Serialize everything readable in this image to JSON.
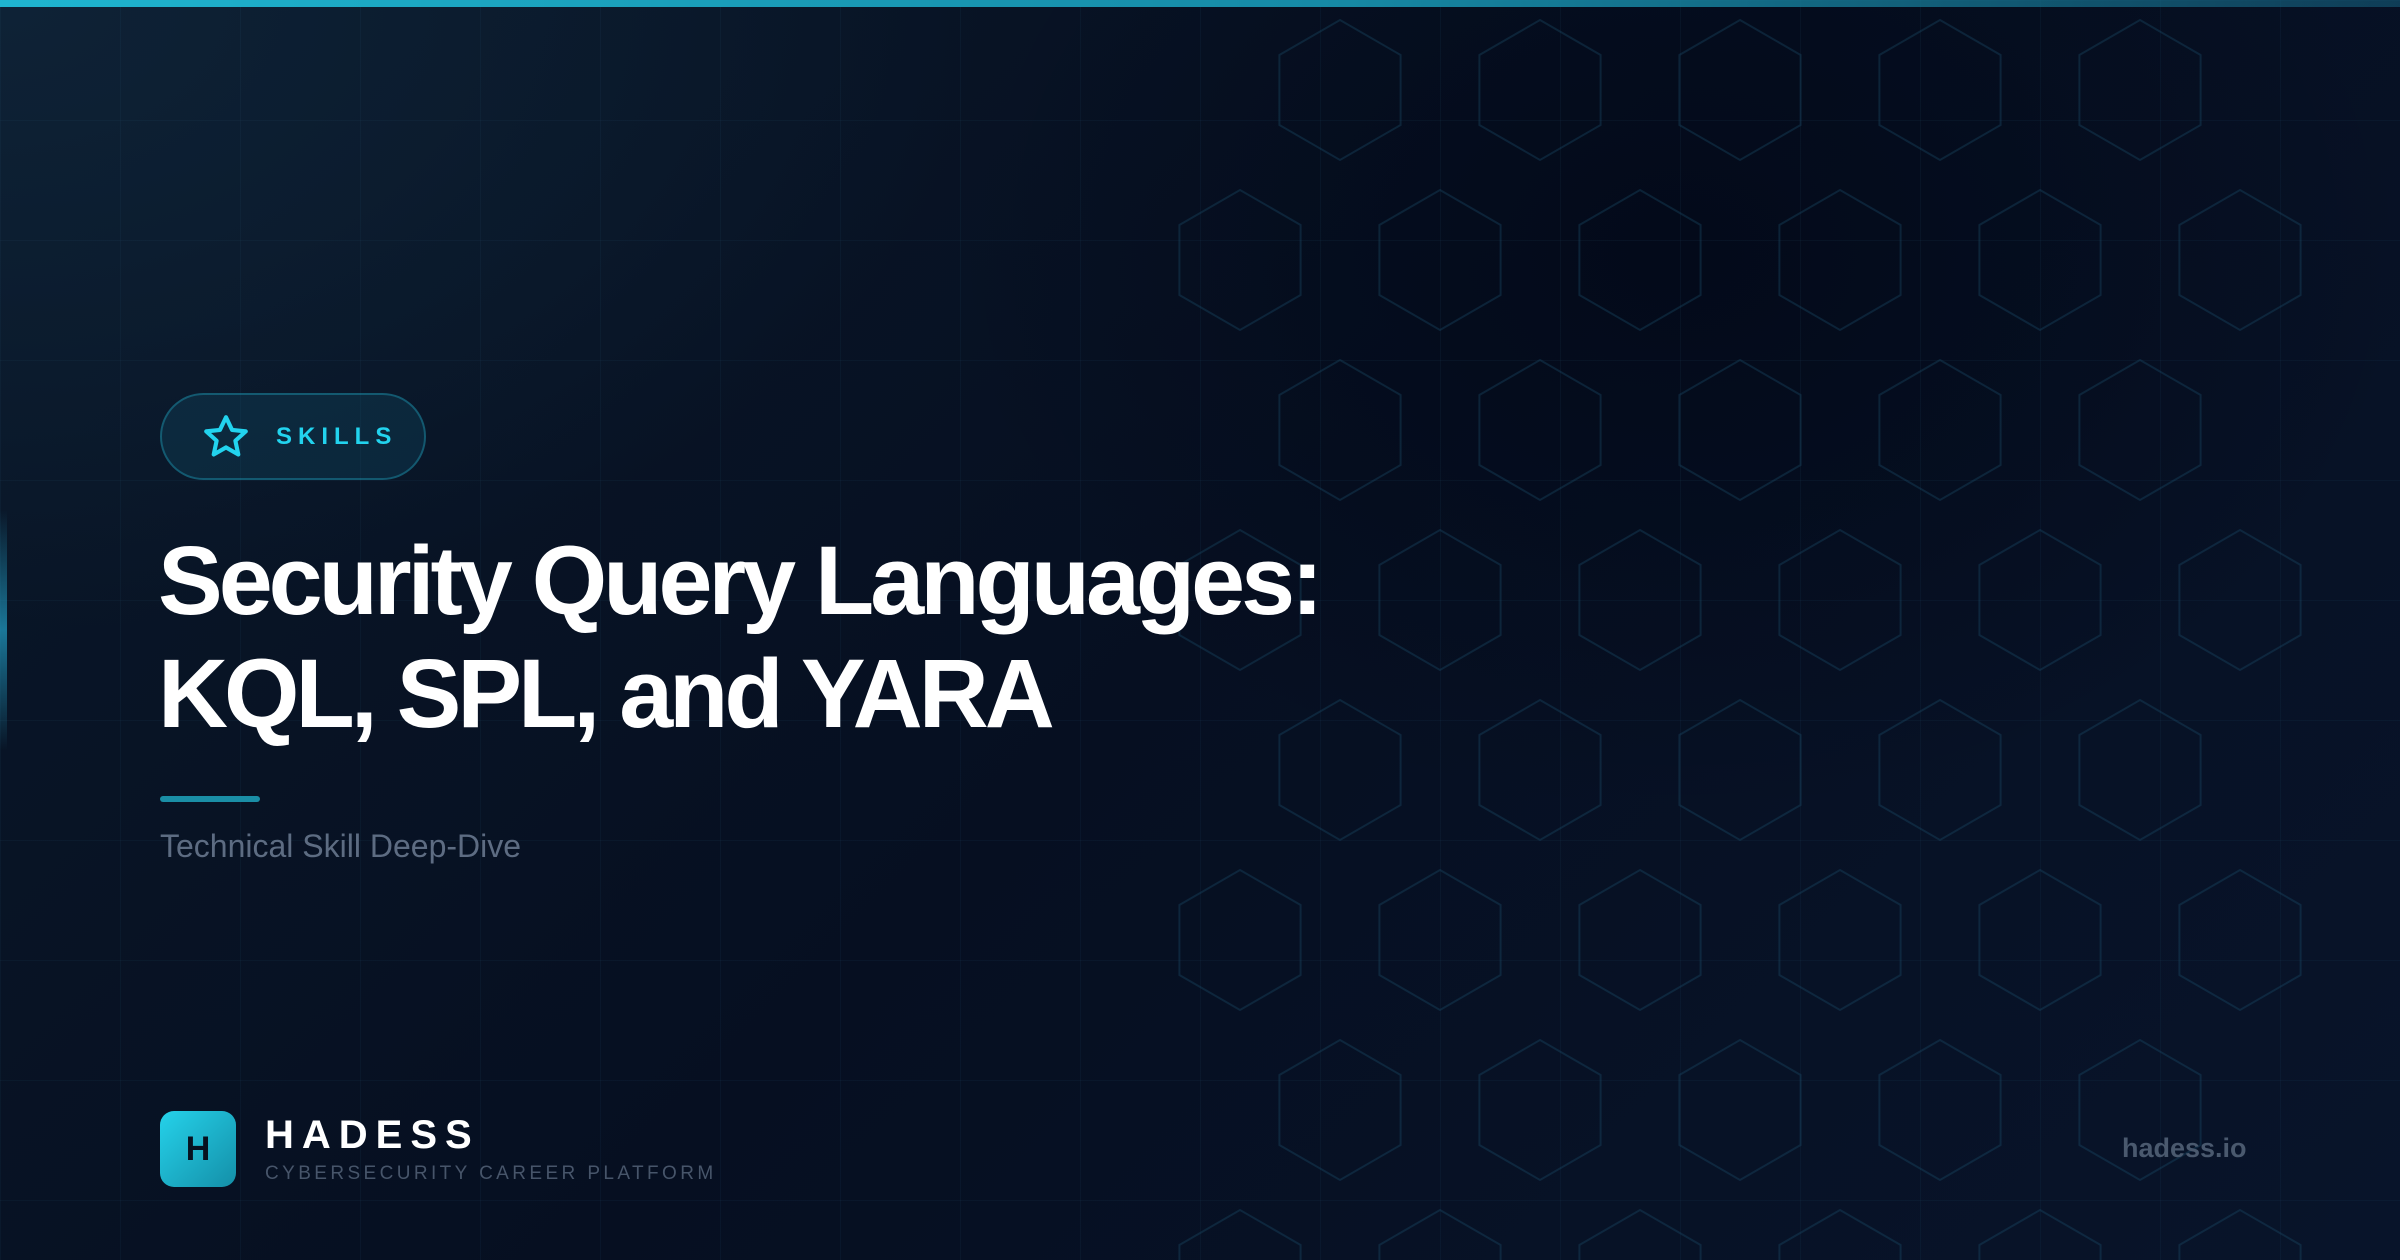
{
  "badge": {
    "label": "SKILLS",
    "icon": "star-icon"
  },
  "title": {
    "line1": "Security Query Languages:",
    "line2": "KQL, SPL, and YARA"
  },
  "subtitle": "Technical Skill Deep-Dive",
  "brand": {
    "logo_letter": "H",
    "name": "HADESS",
    "tagline": "CYBERSECURITY CAREER PLATFORM"
  },
  "site": "hadess.io",
  "colors": {
    "accent": "#22d3ee",
    "background": "#071122"
  }
}
